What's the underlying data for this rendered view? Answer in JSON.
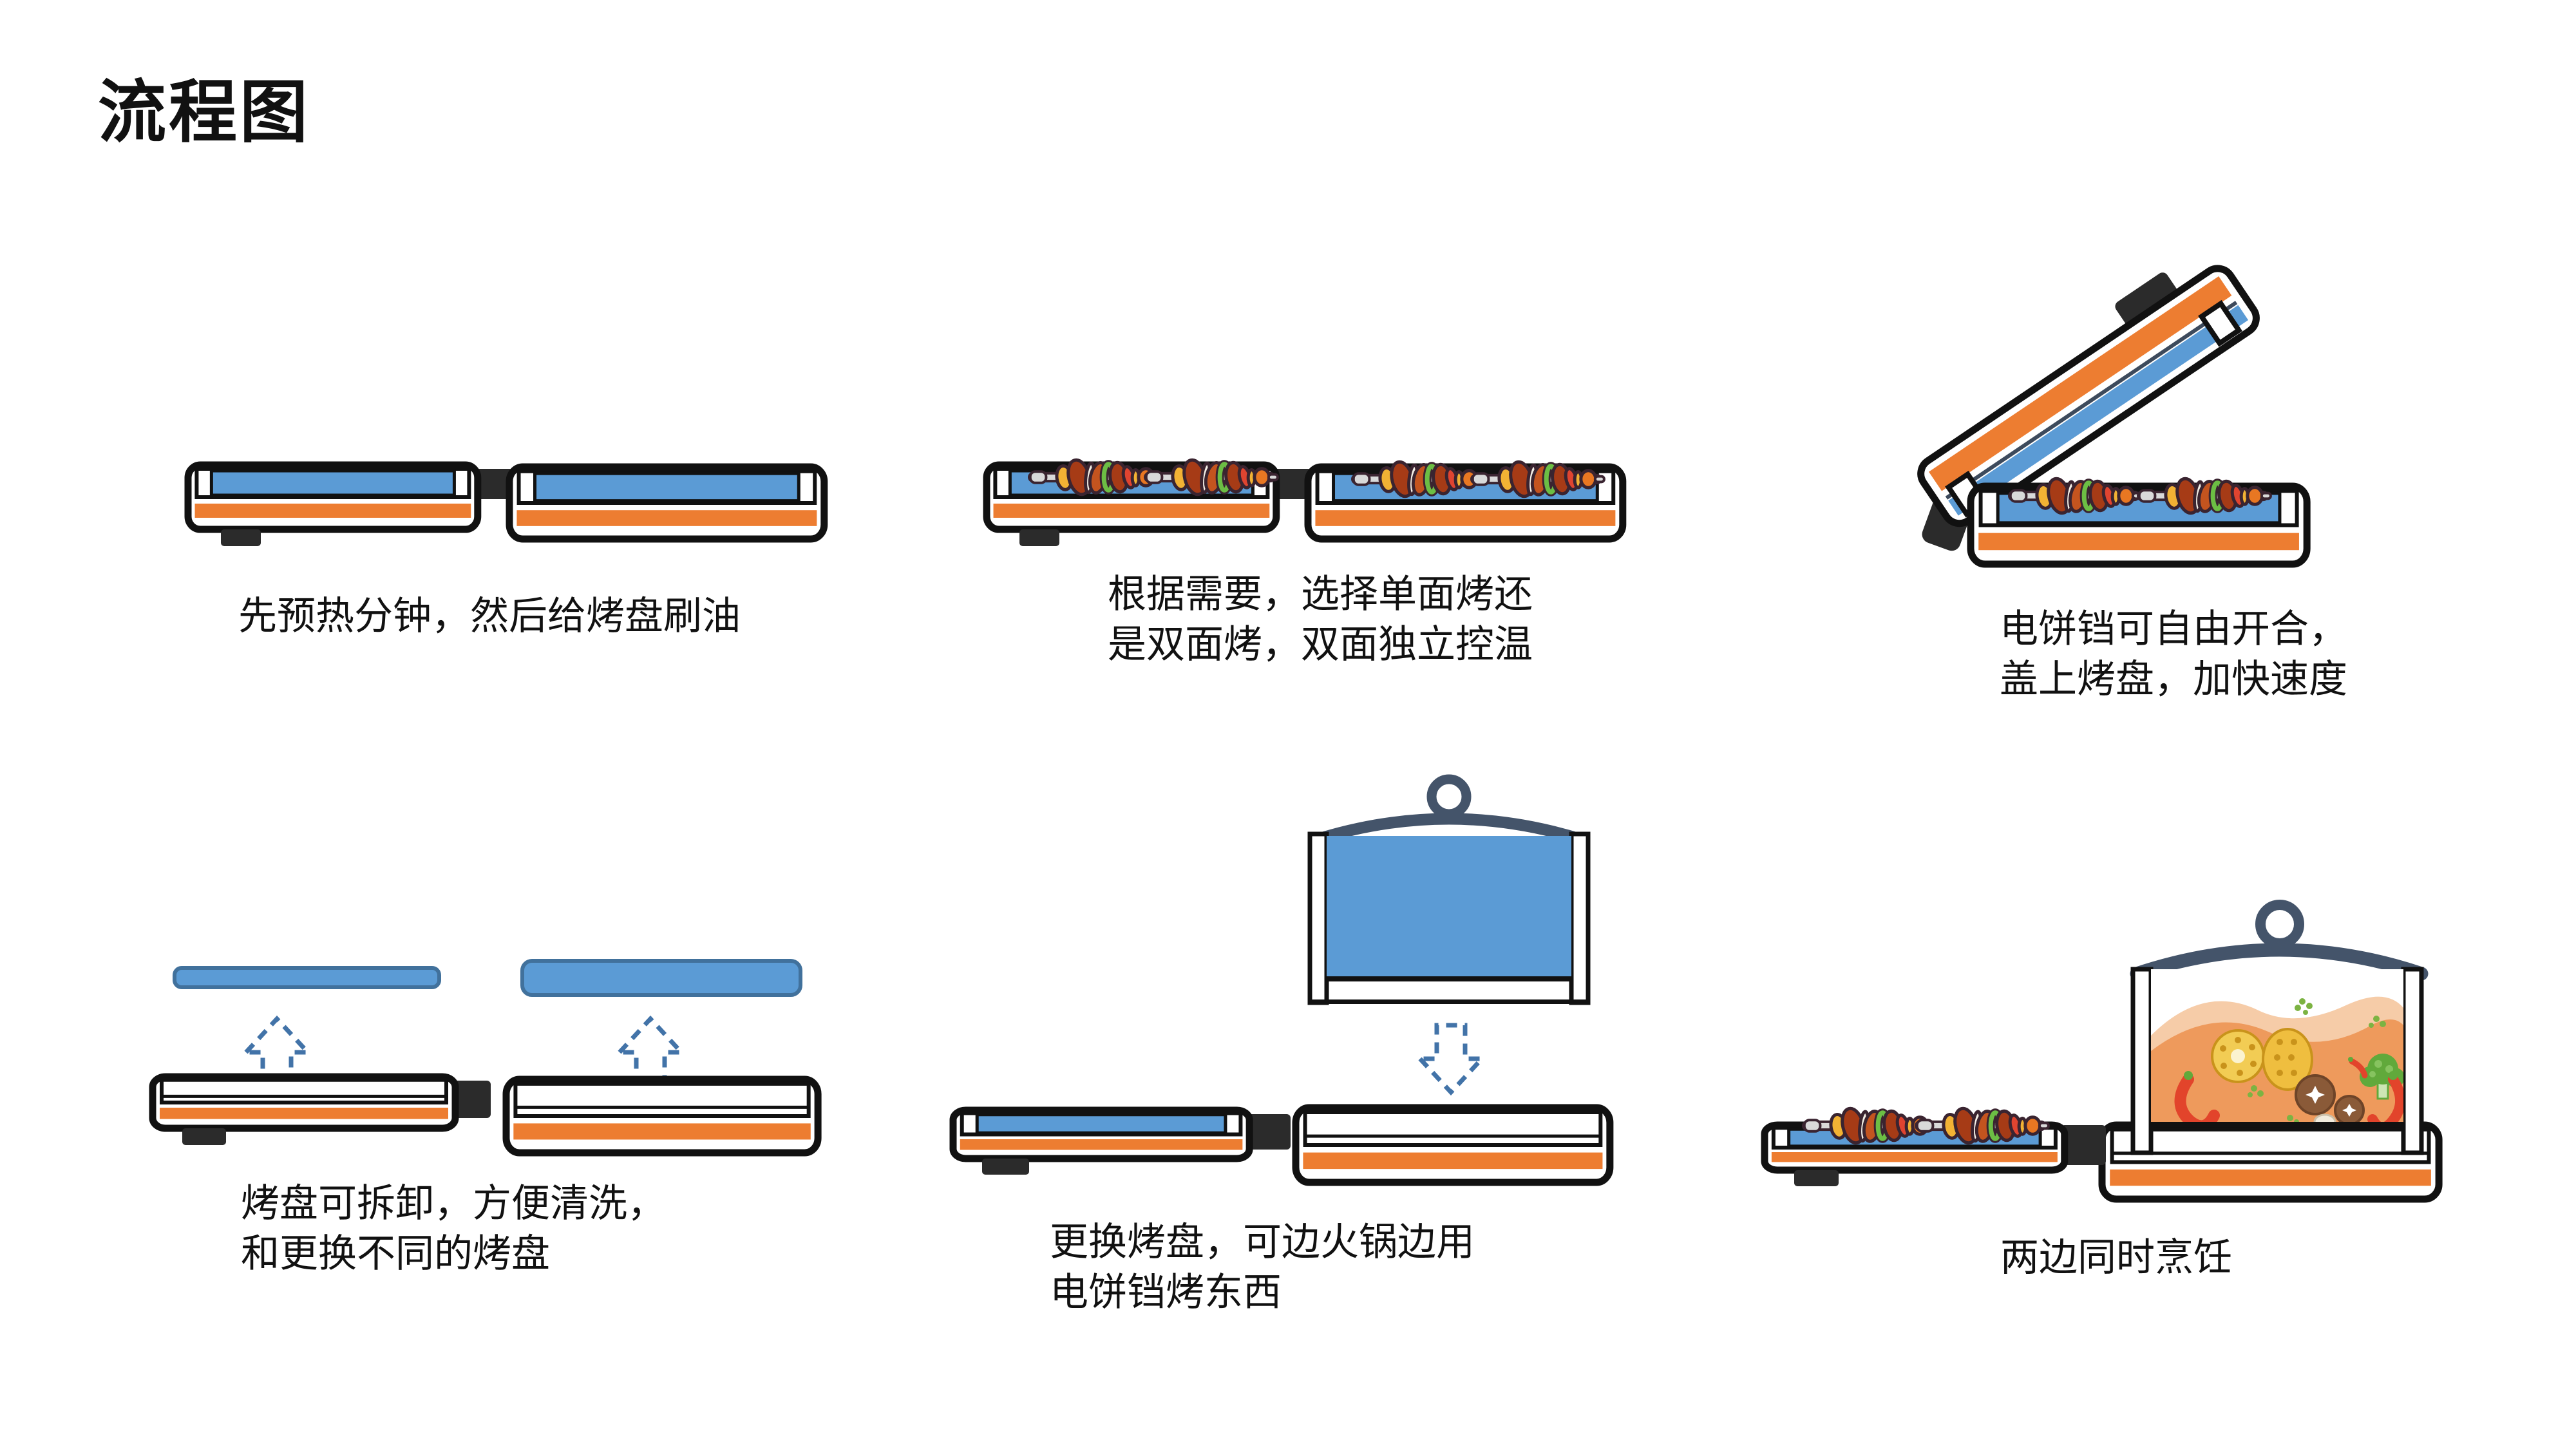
{
  "title": "流程图",
  "steps": [
    {
      "id": 1,
      "icon": "griddle-closed-both-plates",
      "lines": [
        "先预热分钟，然后给烤盘刷油"
      ]
    },
    {
      "id": 2,
      "icon": "griddle-with-skewers-both-sides",
      "lines": [
        "根据需要，选择单面烤还",
        "是双面烤，双面独立控温"
      ]
    },
    {
      "id": 3,
      "icon": "griddle-lid-open-with-skewers",
      "lines": [
        "电饼铛可自由开合，",
        "盖上烤盘，加快速度"
      ]
    },
    {
      "id": 4,
      "icon": "removable-plates-lift-arrows",
      "lines": [
        "烤盘可拆卸，方便清洗，",
        "和更换不同的烤盘"
      ]
    },
    {
      "id": 5,
      "icon": "hotpot-lid-swap-down-arrow",
      "lines": [
        "更换烤盘，可边火锅边用",
        "电饼铛烤东西"
      ]
    },
    {
      "id": 6,
      "icon": "skewers-and-hotpot-together",
      "lines": [
        "两边同时烹饪"
      ]
    }
  ],
  "colors": {
    "outline": "#111111",
    "dark": "#2b2b2b",
    "blue": "#5b9bd5",
    "blue_stroke": "#41719c",
    "orange": "#ed7d31",
    "slate": "#44546a",
    "arrow": "#4273a8",
    "lid_line": "#3d4a5c",
    "soup": "#ee9a5c",
    "soup_light": "#f6cca8",
    "stick": "#d9d9d9",
    "meat": "#a63b16",
    "meat2": "#c4541f",
    "cream": "#f5efe6",
    "yellow": "#f2b234",
    "green": "#6cbe44",
    "red": "#e04430",
    "orange_piece": "#e87722",
    "piece_outline": "#3a2430",
    "corn": "#f2cc54",
    "corn2": "#efbe3f",
    "corn_dark": "#c9931b",
    "corn_light": "#fbf3d0",
    "broccoli": "#61a93b",
    "broccoli_light": "#86c35f",
    "broccoli_stem": "#cde6b4",
    "mushroom": "#8a5a38",
    "mushroom_dark": "#6e4428",
    "herb": "#7cb342",
    "chili": "#e2442b",
    "garlic": "#f1ebdd"
  }
}
